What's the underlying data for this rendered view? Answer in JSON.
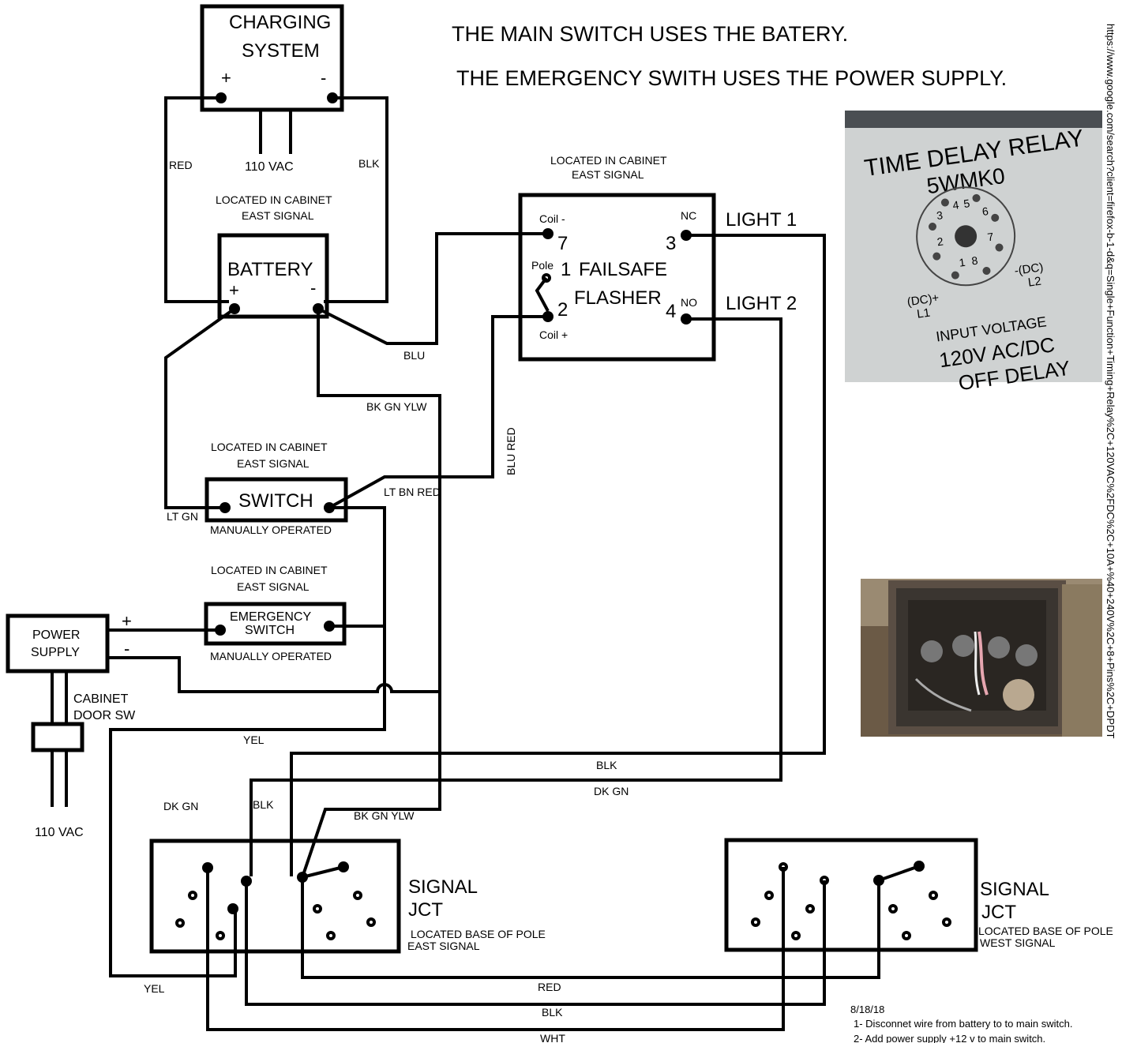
{
  "header": {
    "line1": "THE MAIN SWITCH USES THE BATERY.",
    "line2": "THE EMERGENCY SWITH USES THE POWER SUPPLY."
  },
  "url_text": "https://www.google.com/search?client=firefox-b-1-d&q=Single+Function+Timing+Relay%2C+120VAC%2FDC%2C+10A+%40+240V%2C+8+Pins%2C+DPDT",
  "charging_system": {
    "title1": "CHARGING",
    "title2": "SYSTEM",
    "plus": "+",
    "minus": "-",
    "input": "110 VAC"
  },
  "battery": {
    "note1": "LOCATED IN CABINET",
    "note2": "EAST SIGNAL",
    "title": "BATTERY",
    "plus": "+",
    "minus": "-"
  },
  "flasher": {
    "note1": "LOCATED IN CABINET",
    "note2": "EAST SIGNAL",
    "title1": "FAILSAFE",
    "title2": "FLASHER",
    "coil_minus": "Coil -",
    "coil_plus": "Coil +",
    "pole": "Pole",
    "pin7": "7",
    "pin1": "1",
    "pin2": "2",
    "pin3": "3",
    "pin4": "4",
    "nc": "NC",
    "no": "NO",
    "light1": "LIGHT 1",
    "light2": "LIGHT 2"
  },
  "switch": {
    "note1": "LOCATED IN CABINET",
    "note2": "EAST SIGNAL",
    "title": "SWITCH",
    "sub": "MANUALLY OPERATED"
  },
  "emergency_switch": {
    "note1": "LOCATED IN CABINET",
    "note2": "EAST SIGNAL",
    "title1": "EMERGENCY",
    "title2": "SWITCH",
    "sub": "MANUALLY OPERATED"
  },
  "power_supply": {
    "title1": "POWER",
    "title2": "SUPPLY",
    "plus": "+",
    "minus": "-",
    "door1": "CABINET",
    "door2": "DOOR SW",
    "input": "110 VAC"
  },
  "wires": {
    "red": "RED",
    "blk_top": "BLK",
    "blu": "BLU",
    "bk_gn_ylw": "BK GN YLW",
    "blu_red": "BLU RED",
    "lt_bn_red": "LT BN RED",
    "lt_gn": "LT GN",
    "yel_mid": "YEL",
    "blk_light1": "BLK",
    "dk_gn_light2": "DK GN",
    "dk_gn_left": "DK GN",
    "blk_left": "BLK",
    "bk_gn_ylw_low": "BK GN YLW",
    "yel_bottom": "YEL",
    "red_bottom": "RED",
    "blk_bottom": "BLK",
    "wht_bottom": "WHT"
  },
  "east_jct": {
    "title1": "SIGNAL",
    "title2": "JCT",
    "note1": "LOCATED BASE OF POLE",
    "note2": "EAST SIGNAL"
  },
  "west_jct": {
    "title1": "SIGNAL",
    "title2": "JCT",
    "note1": "LOCATED BASE OF POLE",
    "note2": "WEST SIGNAL"
  },
  "relay_photo": {
    "label1": "TIME DELAY RELAY",
    "label2": "5WMK0",
    "label3": "INPUT VOLTAGE",
    "label4": "120V AC/DC",
    "label5": "OFF DELAY",
    "pins": [
      "1",
      "2",
      "3",
      "4",
      "5",
      "6",
      "7",
      "8"
    ],
    "dc_plus": "(DC)+",
    "l1": "L1",
    "dc_minus": "-(DC)",
    "l2": "L2"
  },
  "notes": {
    "date": "8/18/18",
    "note1": "1- Disconnet wire from battery to to main switch.",
    "note2": "2- Add power supply +12 v to main switch."
  }
}
